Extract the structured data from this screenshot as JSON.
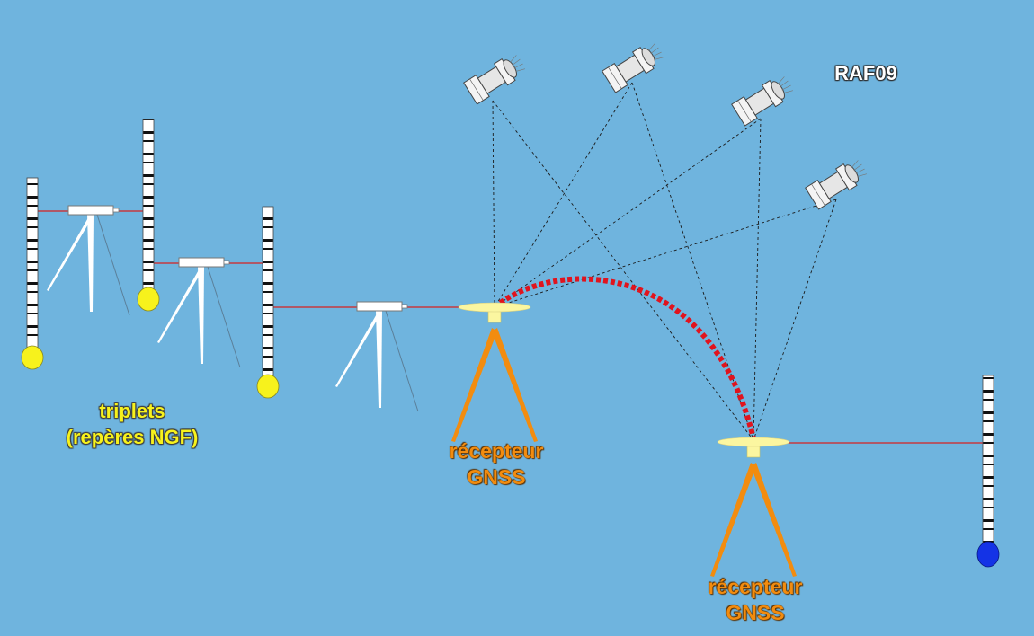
{
  "labels": {
    "triplets_line1": "triplets",
    "triplets_line2": "(repères NGF)",
    "receiver1_line1": "récepteur",
    "receiver1_line2": "GNSS",
    "receiver2_line1": "récepteur",
    "receiver2_line2": "GNSS",
    "model_name": "RAF09"
  },
  "colors": {
    "background": "#6fb4de",
    "benchmark_marker": "#f7f21c",
    "unknown_point_marker": "#1433e6",
    "baseline_arc": "#e0141e",
    "gnss_tripod": "#f28c0f",
    "level_sight_line": "#d62020"
  },
  "icons": [
    "satellite-icon",
    "levelling-staff-icon",
    "level-tripod-icon",
    "gnss-receiver-icon"
  ]
}
